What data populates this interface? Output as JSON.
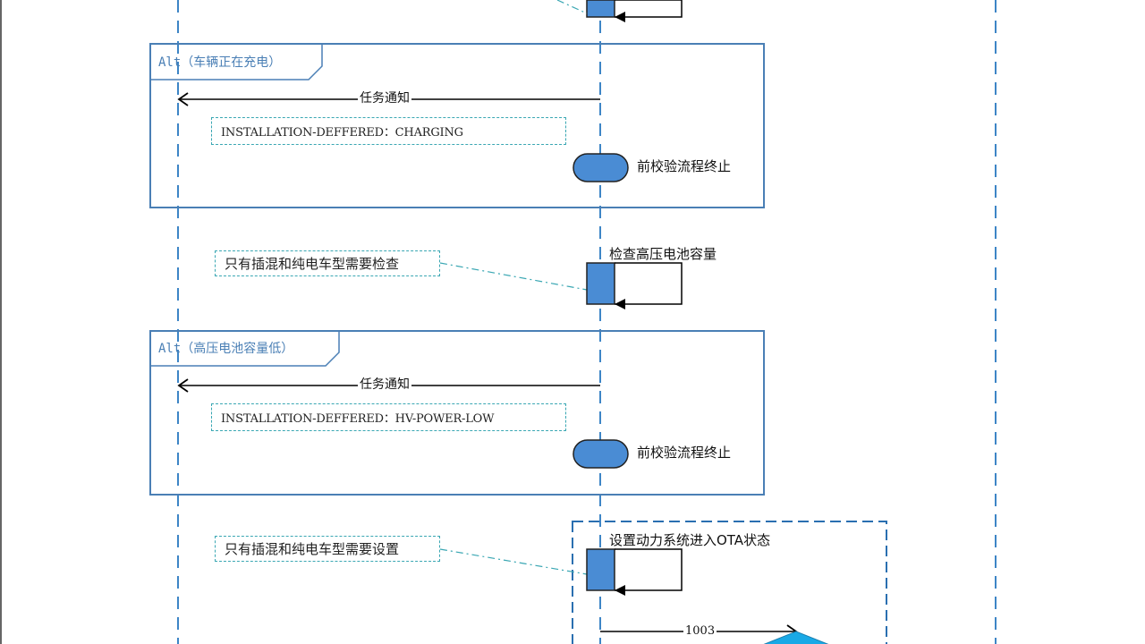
{
  "frames": [
    {
      "tag": "Alt（车辆正在充电）",
      "message": "任务通知",
      "note": "INSTALLATION-DEFFERED：CHARGING",
      "terminator": "前校验流程终止"
    },
    {
      "tag": "Alt（高压电池容量低）",
      "message": "任务通知",
      "note": "INSTALLATION-DEFFERED：HV-POWER-LOW",
      "terminator": "前校验流程终止"
    }
  ],
  "checks": [
    {
      "note": "只有插混和纯电车型需要检查",
      "label": "检查高压电池容量"
    },
    {
      "note": "只有插混和纯电车型需要设置",
      "label": "设置动力系统进入OTA状态"
    }
  ],
  "bottom_message": "1003",
  "colors": {
    "lifeline": "#3d85c6",
    "frame_border": "#4a7fb5",
    "activation_fill": "#4a8cd4",
    "note_border": "#3aa7b3",
    "decision_fill": "#19a9e6"
  }
}
